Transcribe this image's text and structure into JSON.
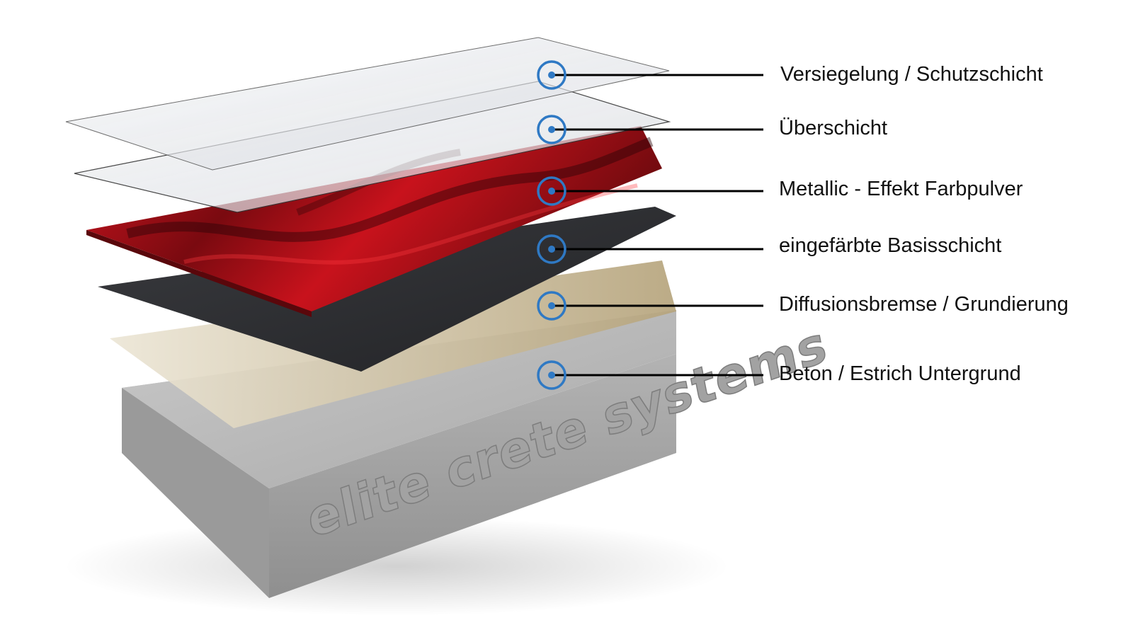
{
  "diagram": {
    "brand_logo_text": "elite crete systems",
    "layers": [
      {
        "id": "sealer",
        "label": "Versiegelung / Schutzschicht",
        "color": "#e6e8ec"
      },
      {
        "id": "topcoat",
        "label": "Überschicht",
        "color": "#eceef1"
      },
      {
        "id": "metallic",
        "label": "Metallic - Effekt Farbpulver",
        "color": "#b0101a"
      },
      {
        "id": "basecoat",
        "label": "eingefärbte Basisschicht",
        "color": "#2e2f33"
      },
      {
        "id": "primer",
        "label": "Diffusionsbremse / Grundierung",
        "color": "#b5a57f"
      },
      {
        "id": "substrate",
        "label": "Beton / Estrich Untergrund",
        "color": "#9c9c9c"
      }
    ],
    "marker_color": "#2f79c4",
    "leader_color": "#000000"
  }
}
